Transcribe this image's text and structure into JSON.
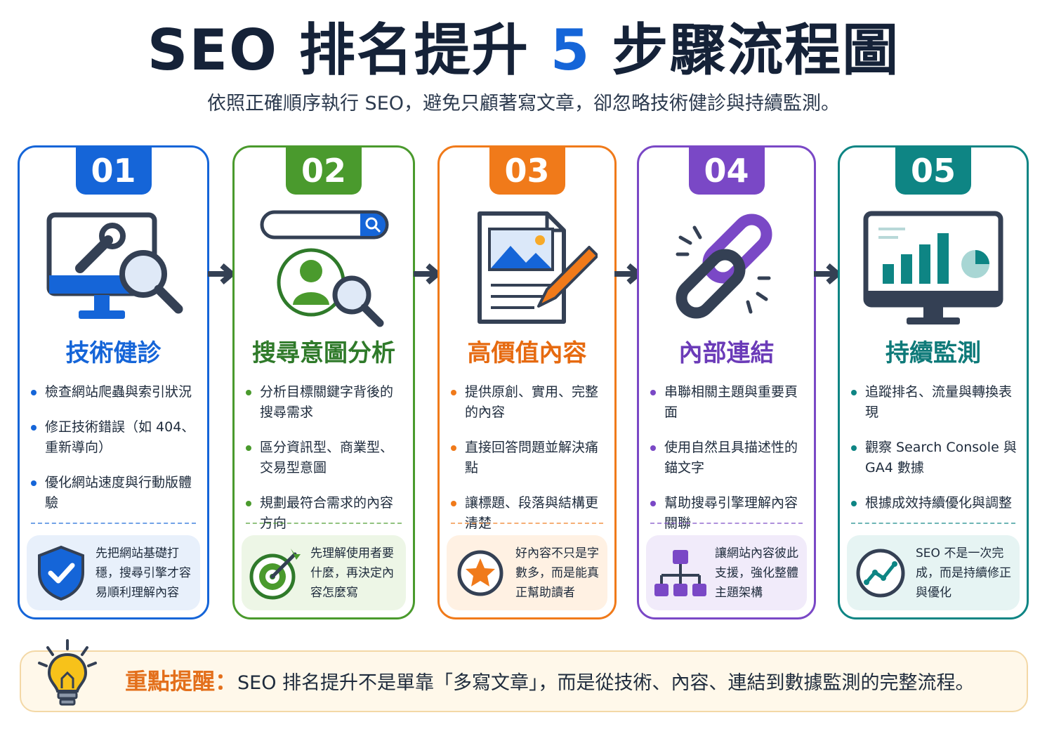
{
  "header": {
    "title_prefix": "SEO 排名提升 ",
    "title_number": "5",
    "title_suffix": " 步驟流程圖",
    "subtitle": "依照正確順序執行 SEO，避免只顧著寫文章，卻忽略技術健診與持續監測。"
  },
  "colors": {
    "blue": "#1565d8",
    "green": "#4a9a2d",
    "orange": "#f07a1a",
    "purple": "#7a48c6",
    "teal": "#0e8584",
    "dark": "#152238"
  },
  "steps": [
    {
      "number": "01",
      "title": "技術健診",
      "icon": "monitor-wrench-magnifier-icon",
      "bullets": [
        "檢查網站爬蟲與索引狀況",
        "修正技術錯誤（如 404、重新導向）",
        "優化網站速度與行動版體驗"
      ],
      "note_icon": "shield-check-icon",
      "note": "先把網站基礎打穩，搜尋引擎才容易順利理解內容"
    },
    {
      "number": "02",
      "title": "搜尋意圖分析",
      "icon": "search-bar-user-icon",
      "bullets": [
        "分析目標關鍵字背後的搜尋需求",
        "區分資訊型、商業型、交易型意圖",
        "規劃最符合需求的內容方向"
      ],
      "note_icon": "target-icon",
      "note": "先理解使用者要什麼，再決定內容怎麼寫"
    },
    {
      "number": "03",
      "title": "高價值內容",
      "icon": "document-pencil-icon",
      "bullets": [
        "提供原創、實用、完整的內容",
        "直接回答問題並解決痛點",
        "讓標題、段落與結構更清楚"
      ],
      "note_icon": "star-icon",
      "note": "好內容不只是字數多，而是能真正幫助讀者"
    },
    {
      "number": "04",
      "title": "內部連結",
      "icon": "chain-link-icon",
      "bullets": [
        "串聯相關主題與重要頁面",
        "使用自然且具描述性的錨文字",
        "幫助搜尋引擎理解內容關聯"
      ],
      "note_icon": "hierarchy-icon",
      "note": "讓網站內容彼此支援，強化整體主題架構"
    },
    {
      "number": "05",
      "title": "持續監測",
      "icon": "monitor-chart-icon",
      "bullets": [
        "追蹤排名、流量與轉換表現",
        "觀察 Search Console 與 GA4 數據",
        "根據成效持續優化與調整"
      ],
      "note_icon": "trend-line-icon",
      "note": "SEO 不是一次完成，而是持續修正與優化"
    }
  ],
  "reminder": {
    "icon": "lightbulb-icon",
    "label": "重點提醒：",
    "text": "SEO 排名提升不是單靠「多寫文章」，而是從技術、內容、連結到數據監測的完整流程。"
  }
}
